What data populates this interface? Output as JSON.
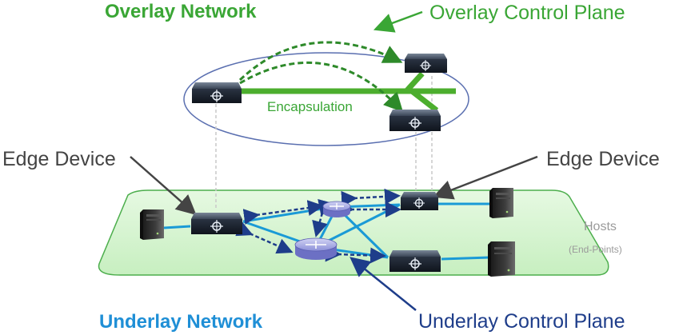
{
  "labels": {
    "overlay_network": "Overlay Network",
    "overlay_control_plane": "Overlay Control Plane",
    "encapsulation": "Encapsulation",
    "edge_device_left": "Edge Device",
    "edge_device_right": "Edge Device",
    "hosts": "Hosts",
    "end_points": "(End-Points)",
    "underlay_network": "Underlay Network",
    "underlay_control_plane": "Underlay Control Plane"
  },
  "colors": {
    "overlay_green": "#3aa635",
    "underlay_blue": "#1f8fd6",
    "underlay_cp_navy": "#1e3d8a",
    "plane_fill": "#d9f5d3",
    "plane_stroke": "#4cae4c",
    "link_blue": "#1a9ad6",
    "switch_dark": "#1c2430",
    "router_purple": "#8b8fd8"
  },
  "icons": [
    "switch-icon",
    "router-icon",
    "server-icon"
  ]
}
